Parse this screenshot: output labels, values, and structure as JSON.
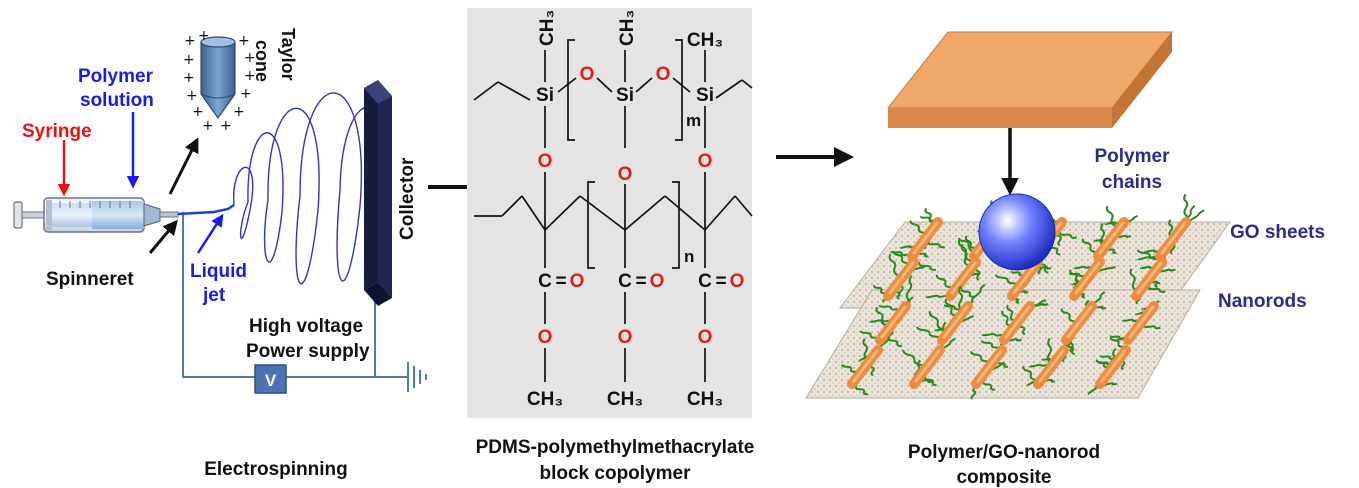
{
  "colors": {
    "label_black": "#111111",
    "label_blue": "#1a1aee",
    "label_red": "#ee1111",
    "label_navy": "#2b2b8f",
    "panel_gray": "#e4e4e4",
    "oxygen_red": "#e21a1a",
    "plate_orange": "#f0a86a",
    "rod_orange": "#f08a3c",
    "chain_green": "#2a8a1e",
    "sphere_blue": "#2a3ad8",
    "wire_blue": "#4a7ab8"
  },
  "electrospinning": {
    "syringe_label": "Syringe",
    "polymer_label_1": "Polymer",
    "polymer_label_2": "solution",
    "taylor_label_1": "Taylor",
    "taylor_label_2": "cone",
    "spinneret_label": "Spinneret",
    "liquid_label_1": "Liquid",
    "liquid_label_2": "jet",
    "hv_label_1": "High voltage",
    "hv_label_2": "Power supply",
    "voltmeter": "V",
    "collector_label": "Collector",
    "caption": "Electrospinning"
  },
  "copolymer": {
    "ch3": "CH₃",
    "si": "Si",
    "o": "O",
    "c": "C",
    "eq": "=",
    "m": "m",
    "n": "n",
    "caption_1": "PDMS-polymethylmethacrylate",
    "caption_2": "block copolymer"
  },
  "composite": {
    "chains_1": "Polymer",
    "chains_2": "chains",
    "go_label": "GO sheets",
    "rods_label": "Nanorods",
    "caption_1": "Polymer/GO-nanorod",
    "caption_2": "composite"
  }
}
